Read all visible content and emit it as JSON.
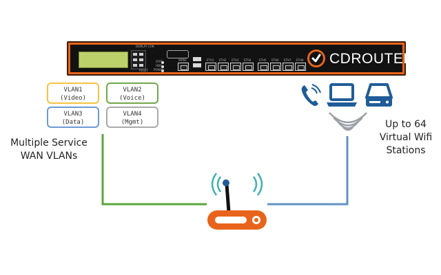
{
  "device": {
    "brand_name": "CDROUTER",
    "panel_text_top": "DISPLAY CON",
    "panel_text_bottom": "RESET",
    "led_labels": [
      "STAT",
      "HDD",
      "POWER"
    ],
    "port_labels": [
      "WAN1",
      "ETH1",
      "ETH2",
      "ETH3",
      "ETH4",
      "ETH5",
      "ETH6",
      "ETH7",
      "ETH8"
    ]
  },
  "vlans": [
    {
      "name": "VLAN1",
      "purpose": "(Video)",
      "color": "#f5c342"
    },
    {
      "name": "VLAN2",
      "purpose": "(Voice)",
      "color": "#6fa84a"
    },
    {
      "name": "VLAN3",
      "purpose": "(Data)",
      "color": "#6c9ad2"
    },
    {
      "name": "VLAN4",
      "purpose": "(Mgmt)",
      "color": "#a9a9a9"
    }
  ],
  "left_label": {
    "line1": "Multiple Service",
    "line2": "WAN VLANs"
  },
  "right_label": {
    "line1": "Up to 64",
    "line2": "Virtual Wifi",
    "line3": "Stations"
  },
  "icons": [
    "phone-icon",
    "laptop-icon",
    "storage-drive-icon",
    "wifi-signal-icon",
    "router-icon"
  ],
  "colors": {
    "accent": "#e8641c",
    "client_blue": "#1f5c98",
    "wan_line": "#5aa63d",
    "wifi_line": "#5f93c4",
    "wave": "#9aa0a6"
  }
}
